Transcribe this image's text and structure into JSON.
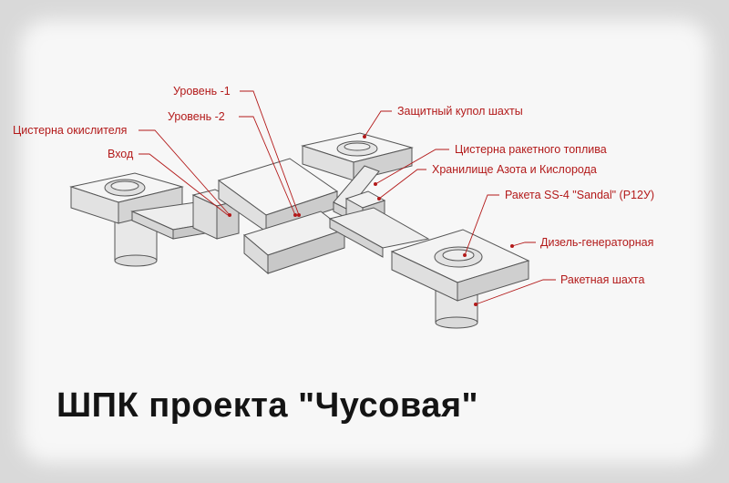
{
  "caption": "ШПК проекта \"Чусовая\"",
  "accent_color": "#b31a1a",
  "labels": {
    "level_minus_1": "Уровень -1",
    "level_minus_2": "Уровень -2",
    "oxidizer_tank": "Цистерна окислителя",
    "entrance": "Вход",
    "shaft_dome": "Защитный купол шахты",
    "fuel_tank": "Цистерна ракетного топлива",
    "nitrogen_oxygen_storage": "Хранилище Азота и Кислорода",
    "missile": "Ракета SS-4 \"Sandal\" (Р12У)",
    "diesel_generator": "Дизель-генераторная",
    "missile_shaft": "Ракетная шахта"
  }
}
